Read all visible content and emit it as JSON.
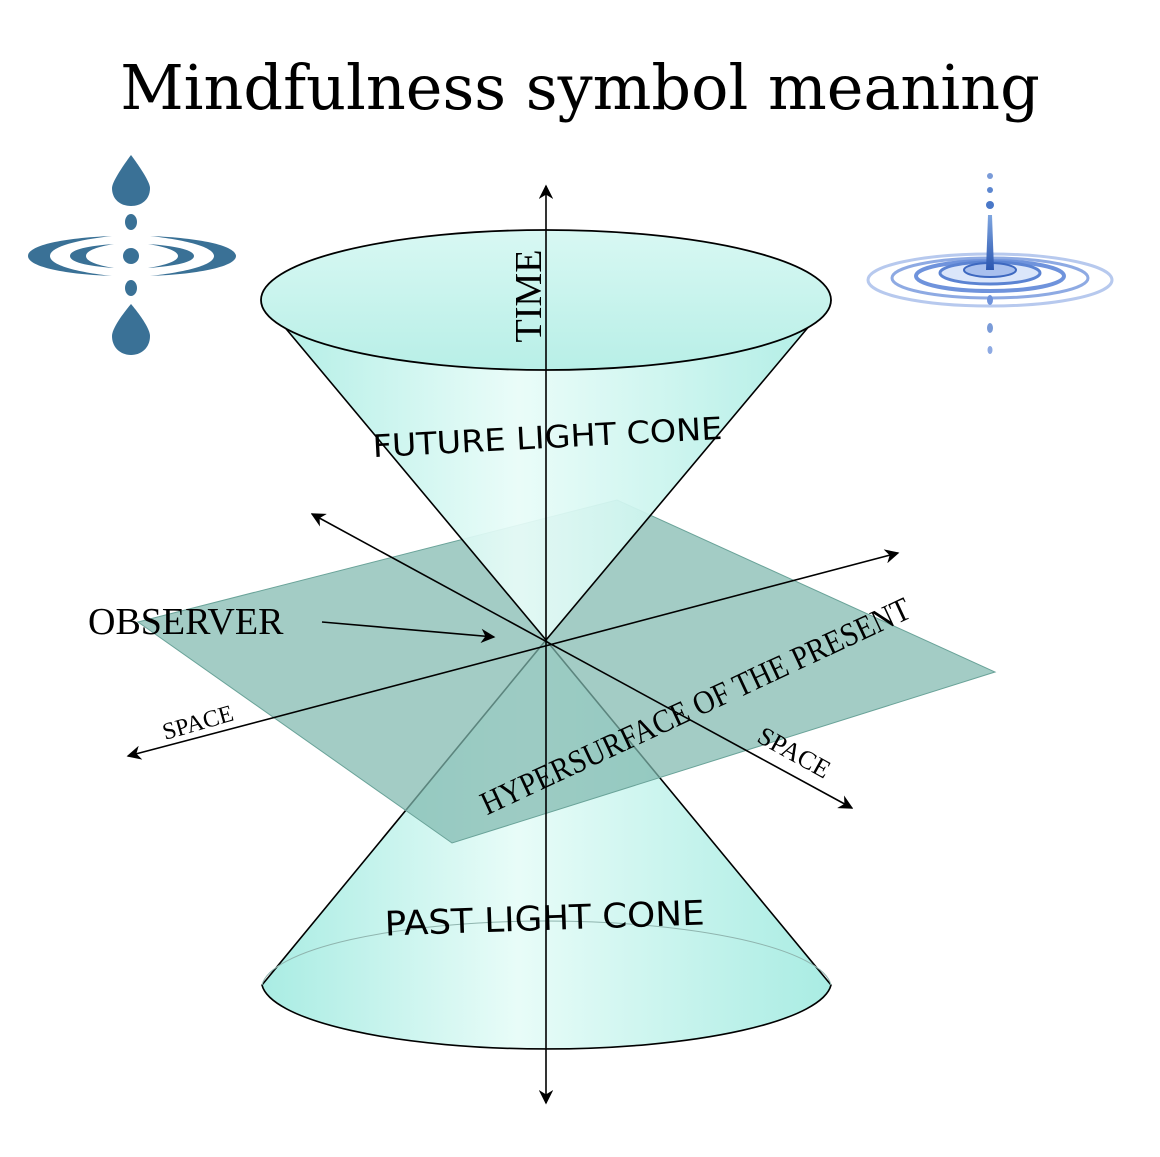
{
  "title": "Mindfulness symbol meaning",
  "labels": {
    "time": "TIME",
    "future_light_cone": "FUTURE LIGHT CONE",
    "past_light_cone": "PAST LIGHT CONE",
    "observer": "OBSERVER",
    "space_left": "SPACE",
    "space_right": "SPACE",
    "hypersurface": "HYPERSURFACE OF THE PRESENT"
  },
  "colors": {
    "cone_fill": "#bff3ec",
    "cone_highlight": "#e6fbf8",
    "plane_fill": "#7fb9ae",
    "icon_blue": "#3a7196",
    "water_blue": "#4a78c8"
  },
  "icons": {
    "left": "droplet-ripple-symbol-icon",
    "right": "water-droplet-splash-icon"
  }
}
